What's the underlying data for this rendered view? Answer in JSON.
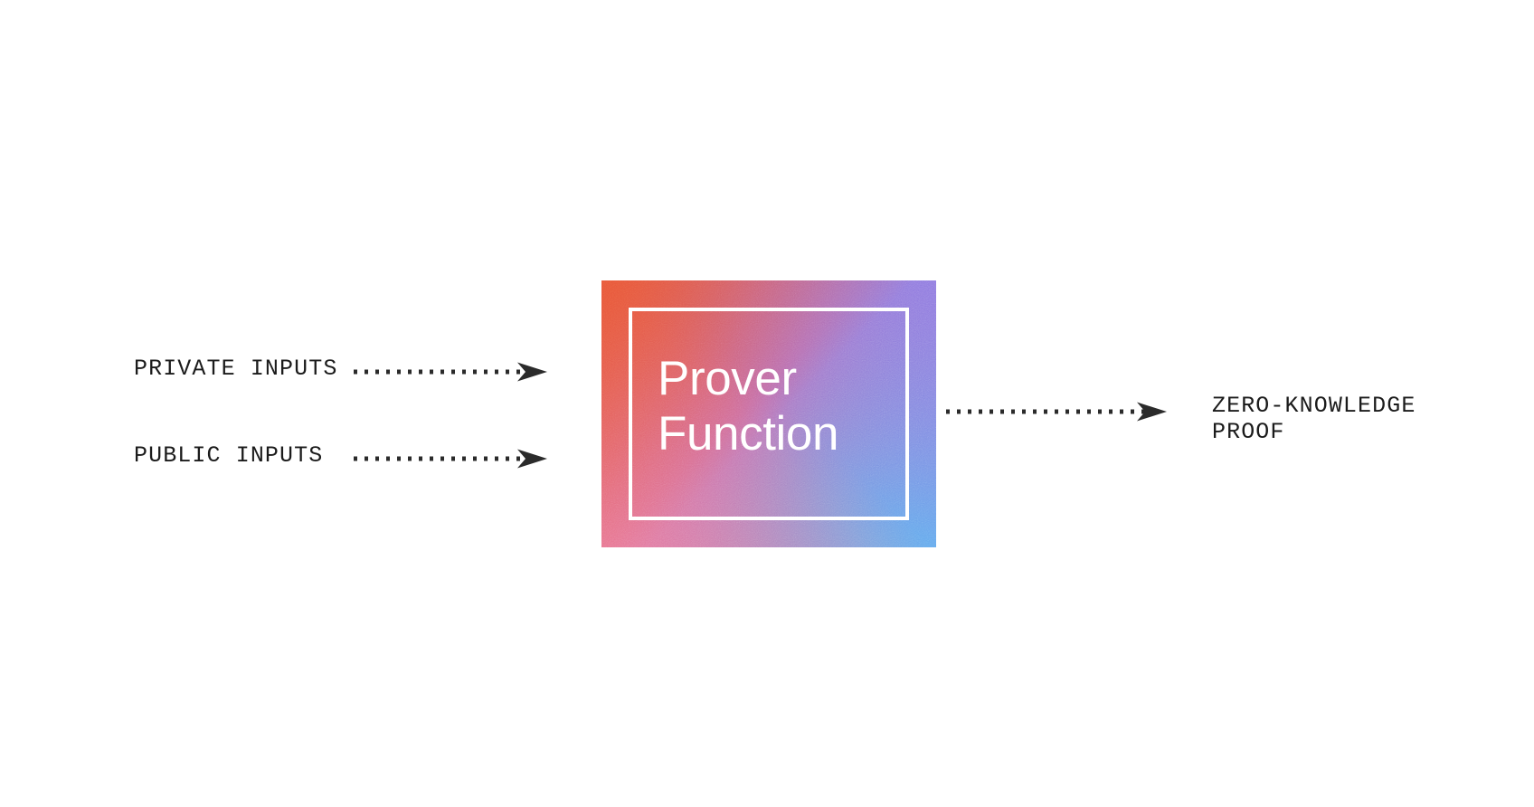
{
  "diagram": {
    "title": "Prover Function zero-knowledge proof flow",
    "background_color": "#ffffff",
    "inputs": [
      {
        "id": "private",
        "label": "PRIVATE INPUTS"
      },
      {
        "id": "public",
        "label": "PUBLIC INPUTS"
      }
    ],
    "node": {
      "label": "Prover\nFunction",
      "text_color": "#ffffff",
      "frame_color": "#ffffff",
      "gradient": {
        "top_left": "#e85638",
        "top_right": "#8f7ae0",
        "bottom_left": "#e87a9e",
        "bottom_right": "#5bb4f0",
        "center": "#c4738f"
      }
    },
    "output": {
      "id": "zero-knowledge-proof",
      "label": "ZERO-KNOWLEDGE\nPROOF"
    },
    "connectors": {
      "style": "dotted",
      "color": "#2b2b2b",
      "arrowhead": "concave-triangle",
      "count": 3
    }
  }
}
